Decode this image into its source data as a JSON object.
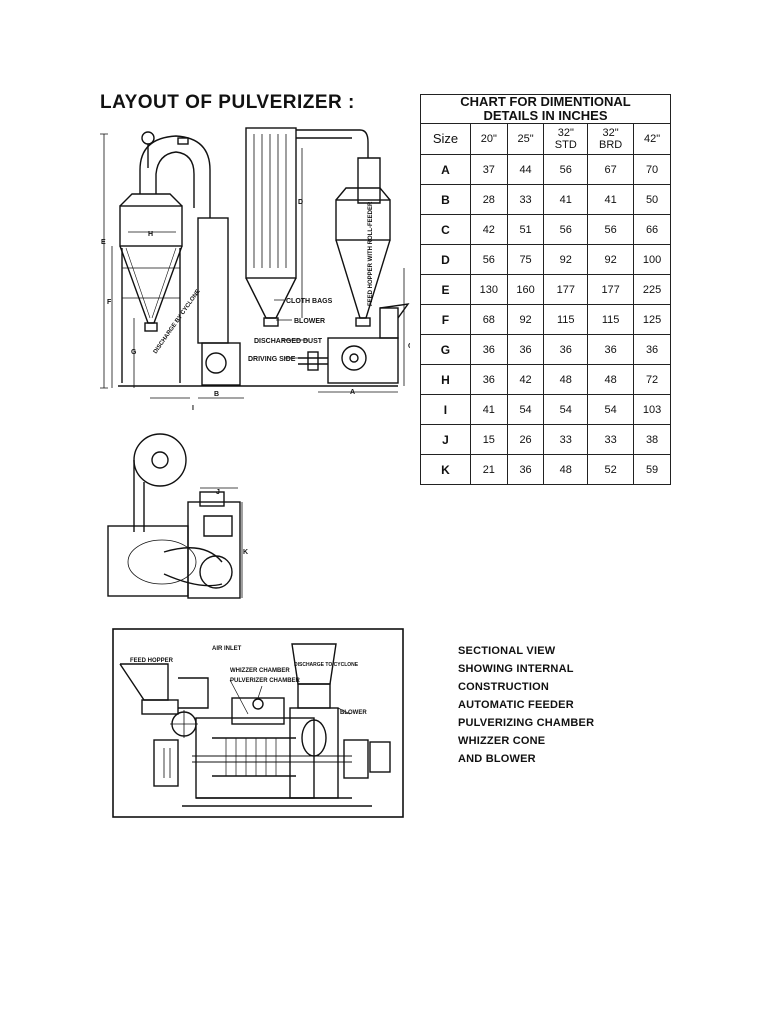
{
  "page_title": "LAYOUT OF PULVERIZER :",
  "layout_drawing": {
    "labels": [
      "CLOTH BAGS",
      "BLOWER",
      "DISCHARGED DUST",
      "DRIVING SIDE",
      "FEED HOPPER WITH ROLL-FEEDER",
      "DISCHARGE BY CYCLONE"
    ],
    "dimension_letters": [
      "A",
      "B",
      "C",
      "D",
      "E",
      "F",
      "G",
      "H",
      "I"
    ]
  },
  "plan_drawing": {
    "dimension_letters": [
      "J",
      "K"
    ]
  },
  "sectional_drawing": {
    "labels": [
      "FEED HOPPER",
      "AIR INLET",
      "WHIZZER CHAMBER",
      "PULVERIZER CHAMBER",
      "DISCHARGE TO CYCLONE",
      "BLOWER"
    ]
  },
  "dimension_chart": {
    "title_line1": "CHART FOR DIMENTIONAL",
    "title_line2": "DETAILS IN INCHES",
    "size_header": "Size",
    "columns": [
      {
        "line1": "20\"",
        "line2": ""
      },
      {
        "line1": "25\"",
        "line2": ""
      },
      {
        "line1": "32\"",
        "line2": "STD"
      },
      {
        "line1": "32\"",
        "line2": "BRD"
      },
      {
        "line1": "42\"",
        "line2": ""
      }
    ],
    "rows": [
      {
        "label": "A",
        "values": [
          "37",
          "44",
          "56",
          "67",
          "70"
        ]
      },
      {
        "label": "B",
        "values": [
          "28",
          "33",
          "41",
          "41",
          "50"
        ]
      },
      {
        "label": "C",
        "values": [
          "42",
          "51",
          "56",
          "56",
          "66"
        ]
      },
      {
        "label": "D",
        "values": [
          "56",
          "75",
          "92",
          "92",
          "100"
        ]
      },
      {
        "label": "E",
        "values": [
          "130",
          "160",
          "177",
          "177",
          "225"
        ]
      },
      {
        "label": "F",
        "values": [
          "68",
          "92",
          "115",
          "115",
          "125"
        ]
      },
      {
        "label": "G",
        "values": [
          "36",
          "36",
          "36",
          "36",
          "36"
        ]
      },
      {
        "label": "H",
        "values": [
          "36",
          "42",
          "48",
          "48",
          "72"
        ]
      },
      {
        "label": "I",
        "values": [
          "41",
          "54",
          "54",
          "54",
          "103"
        ]
      },
      {
        "label": "J",
        "values": [
          "15",
          "26",
          "33",
          "33",
          "38"
        ]
      },
      {
        "label": "K",
        "values": [
          "21",
          "36",
          "48",
          "52",
          "59"
        ]
      }
    ]
  },
  "sectional_caption": [
    "SECTIONAL VIEW",
    "SHOWING INTERNAL",
    "CONSTRUCTION",
    "AUTOMATIC FEEDER",
    "PULVERIZING CHAMBER",
    "WHIZZER CONE",
    "AND BLOWER"
  ]
}
